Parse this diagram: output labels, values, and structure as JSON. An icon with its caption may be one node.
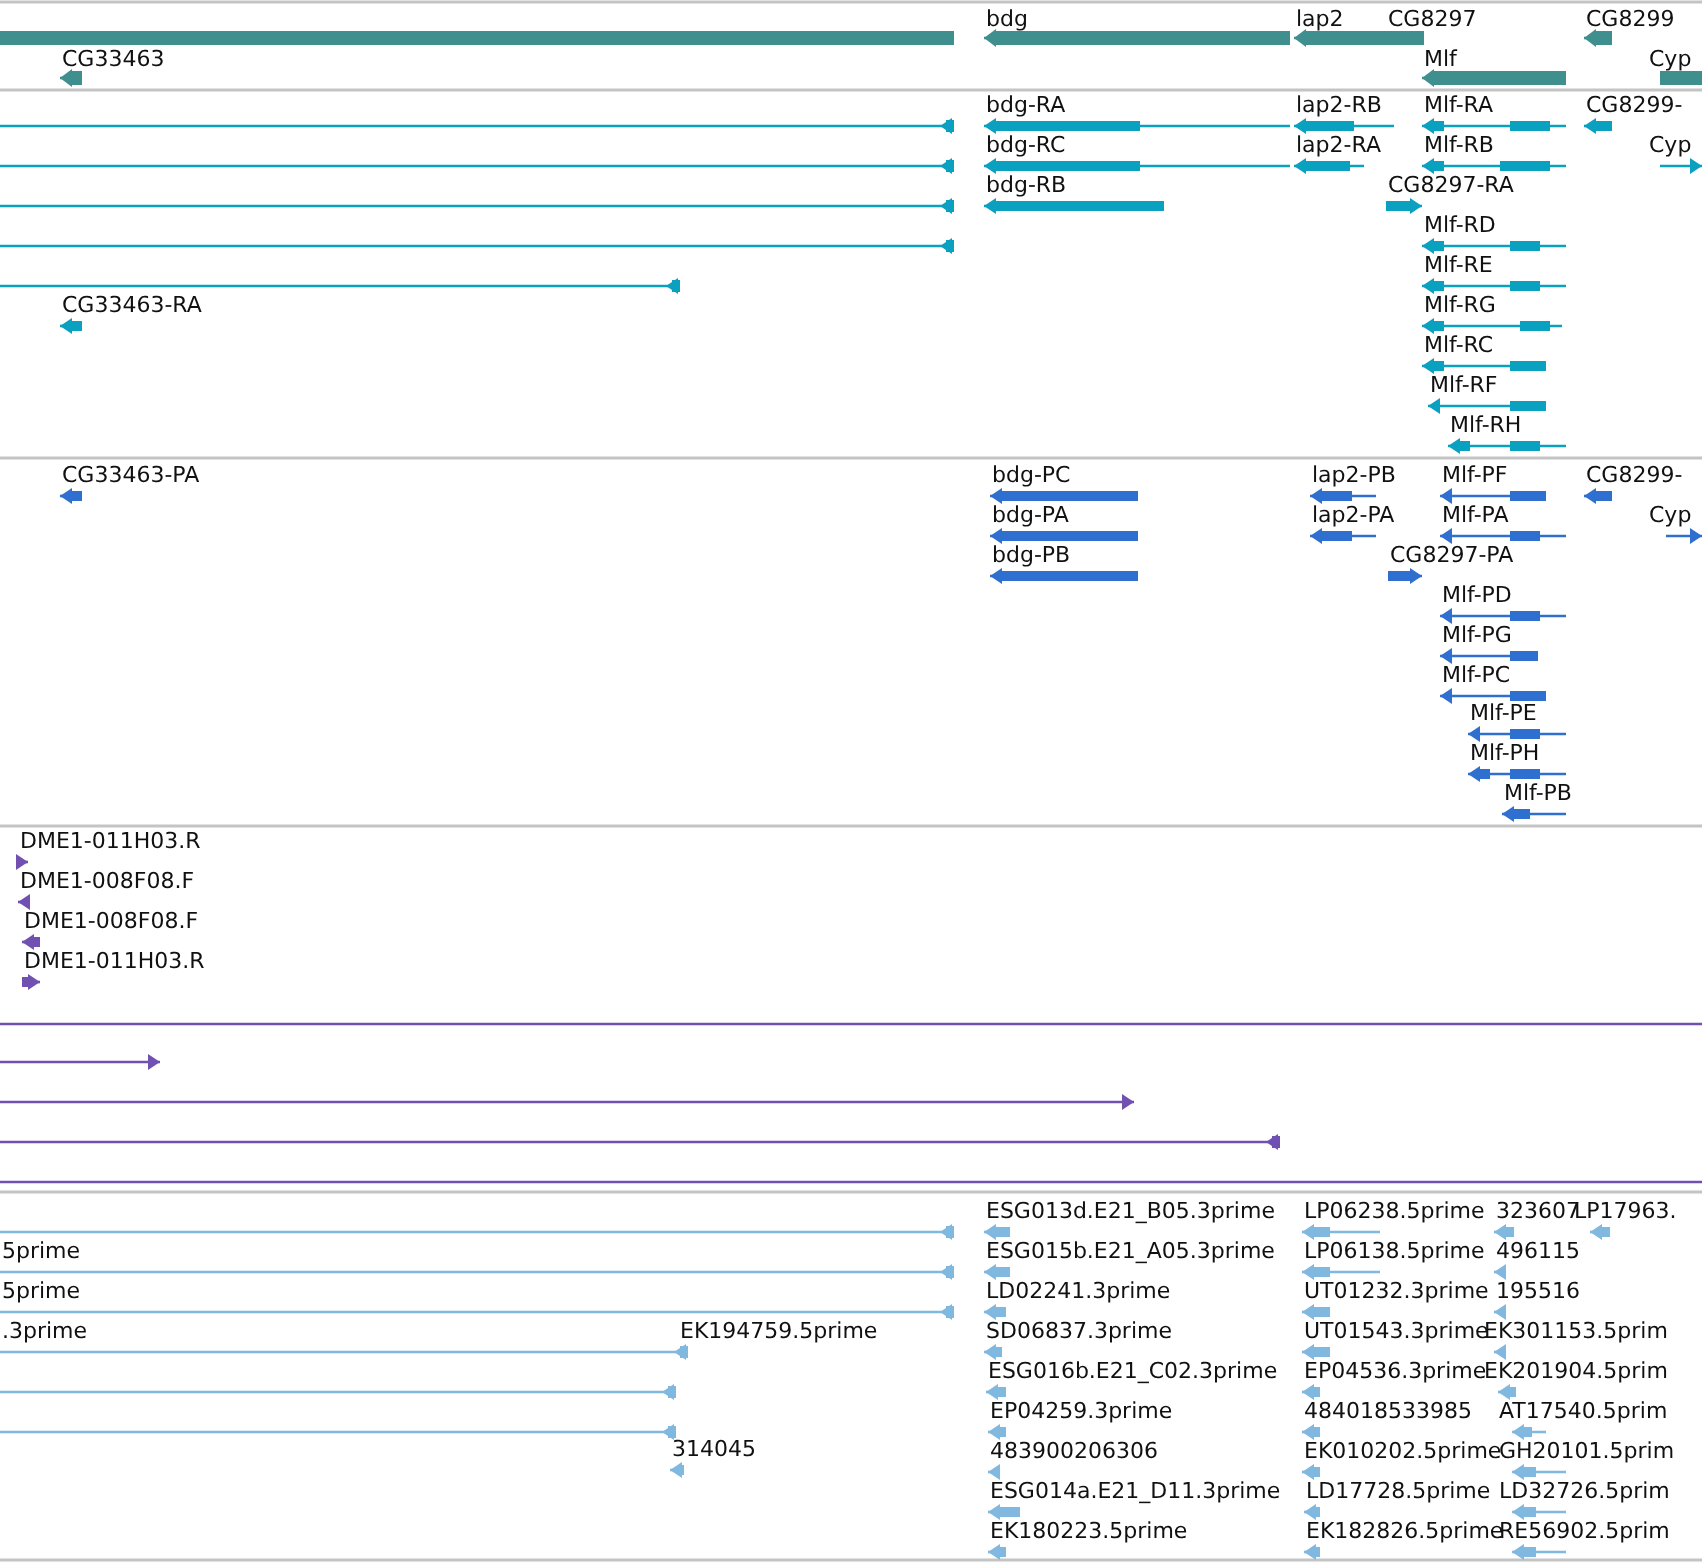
{
  "diagram": {
    "labels": [
      "bdg",
      "lap2",
      "CG8297",
      "CG8299",
      "CG33463",
      "Mlf",
      "Cyp",
      "bdg-RA",
      "lap2-RB",
      "Mlf-RA",
      "CG8299-",
      "bdg-RC",
      "lap2-RA",
      "Mlf-RB",
      "Cyp",
      "bdg-RB",
      "CG8297-RA",
      "Mlf-RD",
      "Mlf-RE",
      "CG33463-RA",
      "Mlf-RG",
      "Mlf-RC",
      "Mlf-RF",
      "Mlf-RH",
      "CG33463-PA",
      "bdg-PC",
      "lap2-PB",
      "Mlf-PF",
      "CG8299-",
      "bdg-PA",
      "lap2-PA",
      "Mlf-PA",
      "Cyp",
      "bdg-PB",
      "CG8297-PA",
      "Mlf-PD",
      "Mlf-PG",
      "Mlf-PC",
      "Mlf-PE",
      "Mlf-PH",
      "Mlf-PB",
      "DME1-011H03.R",
      "DME1-008F08.F",
      "DME1-008F08.F",
      "DME1-011H03.R",
      "ESG013d.E21_B05.3prime",
      "LP06238.5prime",
      "323607",
      "LP17963.",
      "5prime",
      "ESG015b.E21_A05.3prime",
      "LP06138.5prime",
      "496115",
      "5prime",
      "LD02241.3prime",
      "UT01232.3prime",
      "195516",
      ".3prime",
      "EK194759.5prime",
      "SD06837.3prime",
      "UT01543.3prime",
      "EK301153.5prim",
      "ESG016b.E21_C02.3prime",
      "EP04536.3prime",
      "EK201904.5prim",
      "EP04259.3prime",
      "484018533985",
      "AT17540.5prim",
      "314045",
      "483900206306",
      "EK010202.5prime",
      "GH20101.5prim",
      "ESG014a.E21_D11.3prime",
      "LD17728.5prime",
      "LD32726.5prim",
      "EK180223.5prime",
      "EK182826.5prime",
      "RE56902.5prim"
    ]
  }
}
